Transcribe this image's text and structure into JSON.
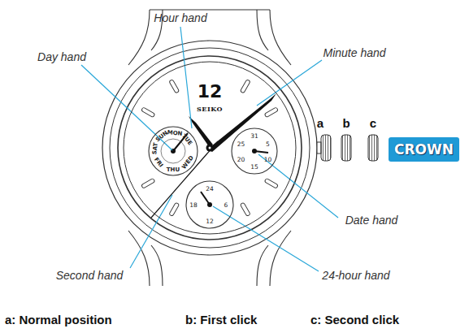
{
  "diagram": {
    "nodes": [
      {
        "text": [
          "12",
          "SEIKO"
        ]
      },
      {
        "text": [
          "SAT",
          "SUN",
          "MON",
          "TUE",
          "WED",
          "THU",
          "FRI"
        ],
        "in": 0
      },
      {
        "text": [
          "31",
          "5",
          "10",
          "15",
          "20",
          "25"
        ],
        "in": 0
      },
      {
        "text": [
          "24",
          "6",
          "12",
          "18"
        ],
        "in": 0
      },
      {
        "text": [
          "CROWN"
        ]
      }
    ],
    "labels": [
      "Hour hand",
      "Day hand",
      "Minute hand",
      "Second hand",
      "Date hand",
      "24-hour hand",
      "a",
      "b",
      "c",
      "a: Normal position",
      "b: First click",
      "c: Second click"
    ]
  }
}
